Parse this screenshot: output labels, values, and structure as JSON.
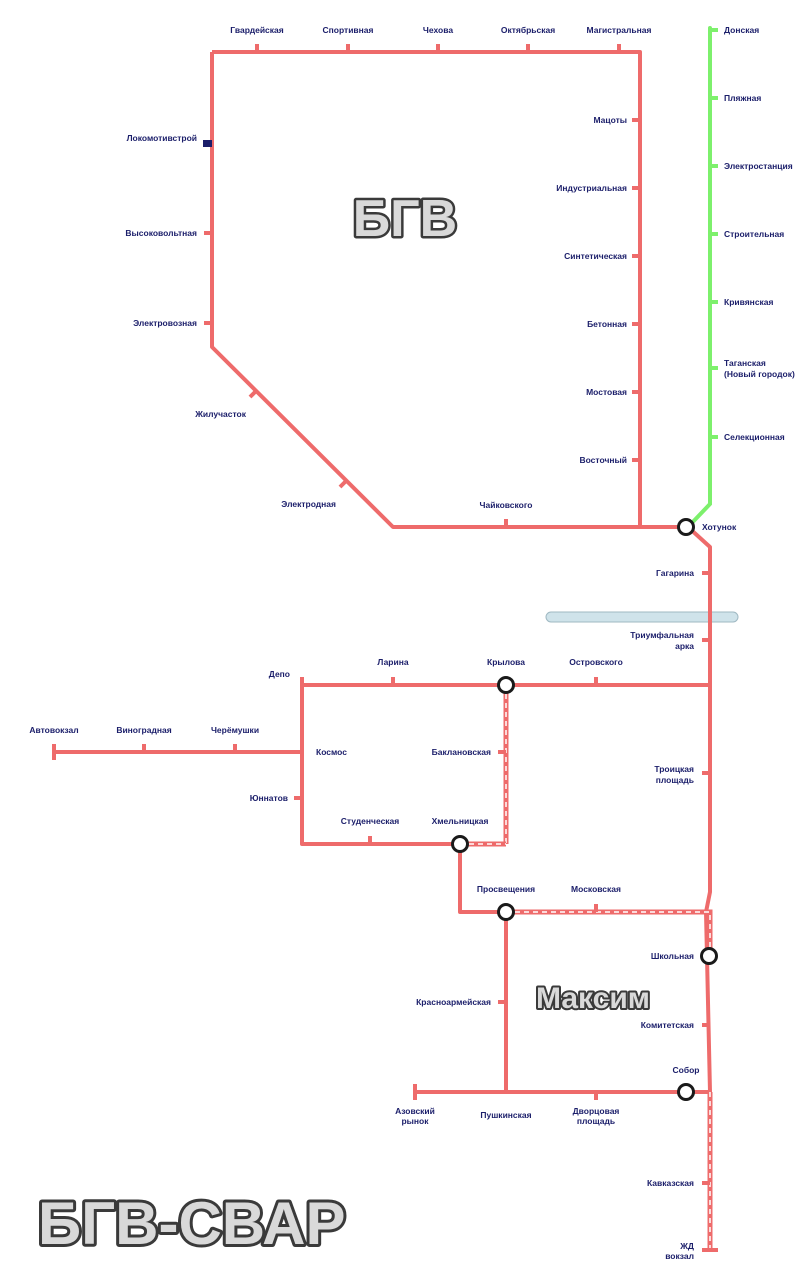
{
  "colors": {
    "red_line": "#ee6b6b",
    "green_line": "#7df06c",
    "label": "#1b1e6a",
    "river": "#cfe3ea",
    "transfer": "#1a1a1a"
  },
  "watermarks": {
    "top": "БГВ",
    "middle": "Максим",
    "bottom": "БГВ-СВАР"
  },
  "stations": {
    "gvardeyskaya": "Гвардейская",
    "sportivnaya": "Спортивная",
    "chekhova": "Чехова",
    "oktyabrskaya": "Октябрьская",
    "magistralnaya": "Магистральная",
    "donskaya": "Донская",
    "plyazhnaya": "Пляжная",
    "elektrostantsiya": "Электростанция",
    "stroitelnaya": "Строительная",
    "krivyanskaya": "Кривянская",
    "taganskaya_1": "Таганская",
    "taganskaya_2": "(Новый городок)",
    "selektsionnaya": "Селекционная",
    "lokomotivstroy": "Локомотивстрой",
    "vysokovoltnaya": "Высоковольтная",
    "elektrovoznaya": "Электровозная",
    "zhiluchastok": "Жилучасток",
    "elektrodnaya": "Электродная",
    "chaykovskogo": "Чайковского",
    "matsoty": "Мацоты",
    "industrialnaya": "Индустриальная",
    "sinteticheskaya": "Синтетическая",
    "betonnaya": "Бетонная",
    "mostovaya": "Мостовая",
    "vostochny": "Восточный",
    "khotunok": "Хотунок",
    "gagarina": "Гагарина",
    "triumfalnaya_1": "Триумфальная",
    "triumfalnaya_2": "арка",
    "depo": "Депо",
    "larina": "Ларина",
    "krylova": "Крылова",
    "ostrovskogo": "Островского",
    "avtovokzal": "Автовокзал",
    "vinogradnaya": "Виноградная",
    "cheryomushki": "Черёмушки",
    "kosmos": "Космос",
    "baklanovskaya": "Баклановская",
    "yunnatov": "Юннатов",
    "troitskaya_1": "Троицкая",
    "troitskaya_2": "площадь",
    "studencheskaya": "Студенческая",
    "khmelnitskaya": "Хмельницкая",
    "prosveshcheniya": "Просвещения",
    "moskovskaya": "Московская",
    "shkolnaya": "Школьная",
    "krasnoarmeyskaya": "Красноармейская",
    "komitetskaya": "Комитетская",
    "sobor": "Собор",
    "azovsky_1": "Азовский",
    "azovsky_2": "рынок",
    "pushkinskaya": "Пушкинская",
    "dvortsovaya_1": "Дворцовая",
    "dvortsovaya_2": "площадь",
    "kavkazskaya": "Кавказская",
    "zhd_1": "ЖД",
    "zhd_2": "вокзал"
  }
}
